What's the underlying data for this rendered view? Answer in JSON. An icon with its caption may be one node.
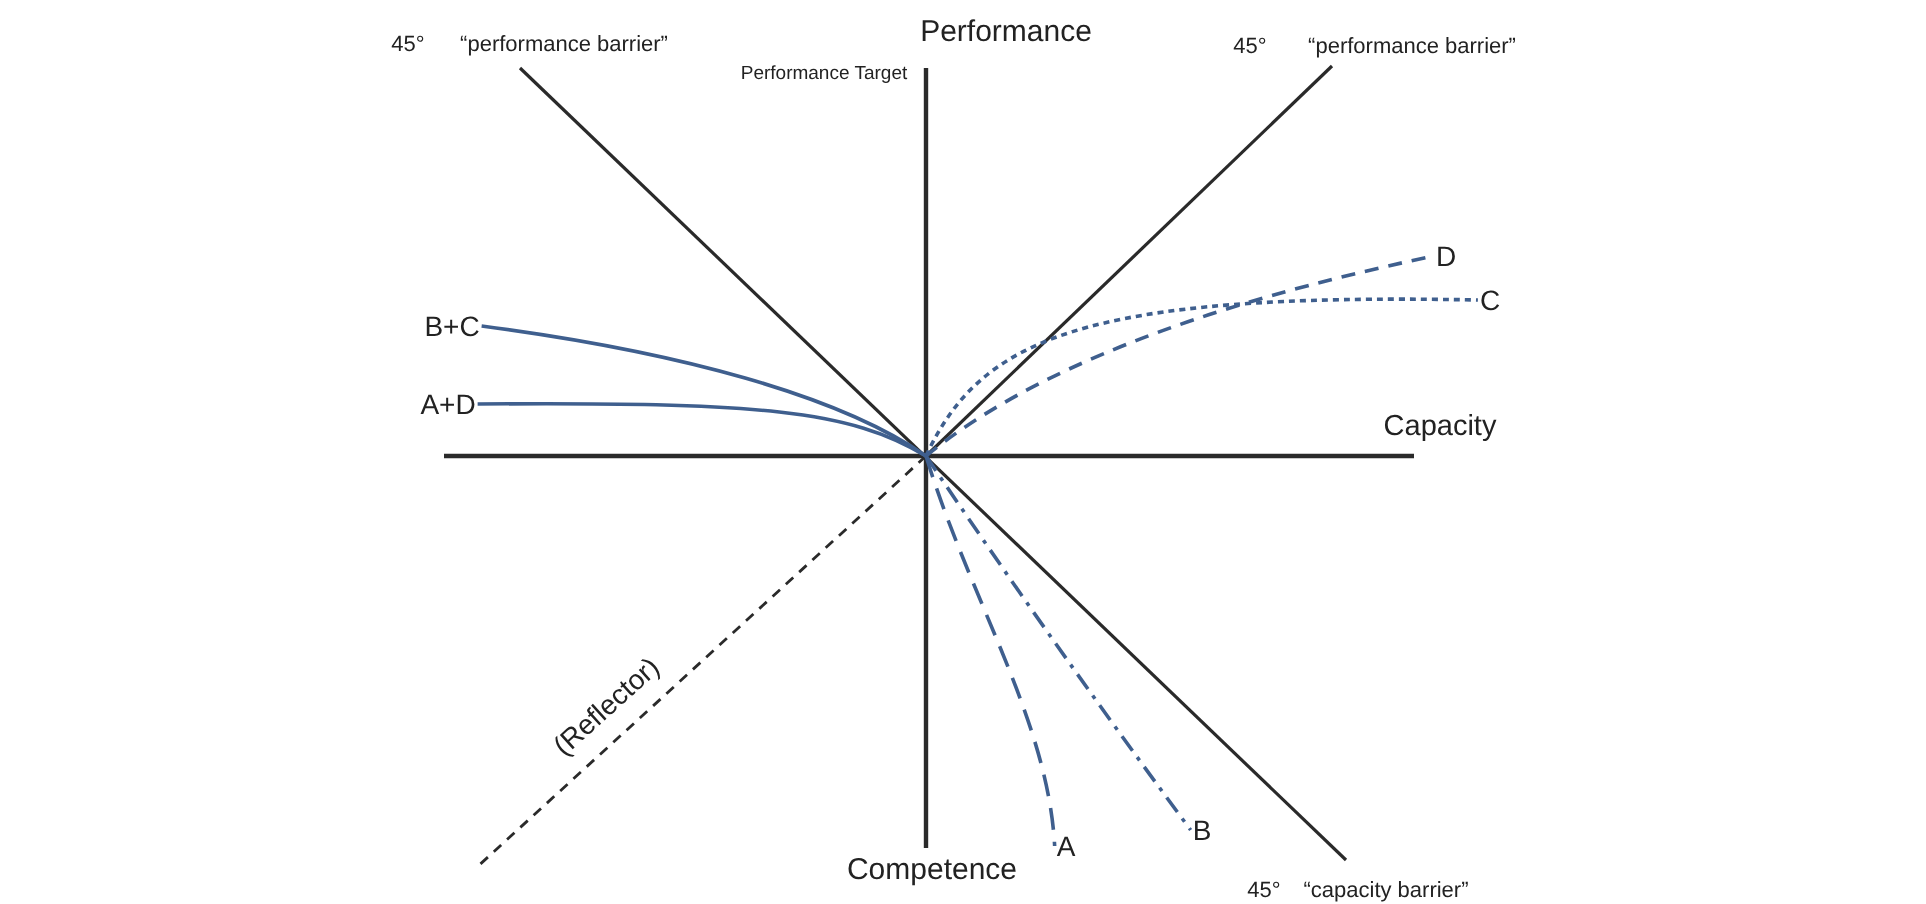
{
  "diagram": {
    "nodes": [
      {
        "text": [
          "D"
        ]
      },
      {
        "text": [
          "B+C"
        ]
      },
      {
        "text": [
          "C"
        ]
      },
      {
        "text": [
          "A+D"
        ]
      },
      {
        "text": [
          "B"
        ]
      },
      {
        "text": [
          "A"
        ]
      }
    ],
    "edges": [
      {
        "from": null,
        "to": 1,
        "arrow": "none"
      },
      {
        "from": null,
        "to": 3,
        "arrow": "none"
      },
      {
        "from": null,
        "to": 0,
        "arrow": "none",
        "style": "dashed"
      },
      {
        "from": null,
        "to": 2,
        "arrow": "none",
        "style": "dashed"
      },
      {
        "from": null,
        "to": 4,
        "arrow": "none",
        "style": "dashed"
      },
      {
        "from": null,
        "to": 5,
        "arrow": "none",
        "style": "dashed"
      }
    ],
    "labels": [
      "45°",
      "“performance barrier”",
      "Performance",
      "45°",
      "“performance barrier”",
      "Performance Target",
      "Capacity",
      "(Reflector)",
      "Competence",
      "45°",
      "“capacity barrier”"
    ]
  }
}
